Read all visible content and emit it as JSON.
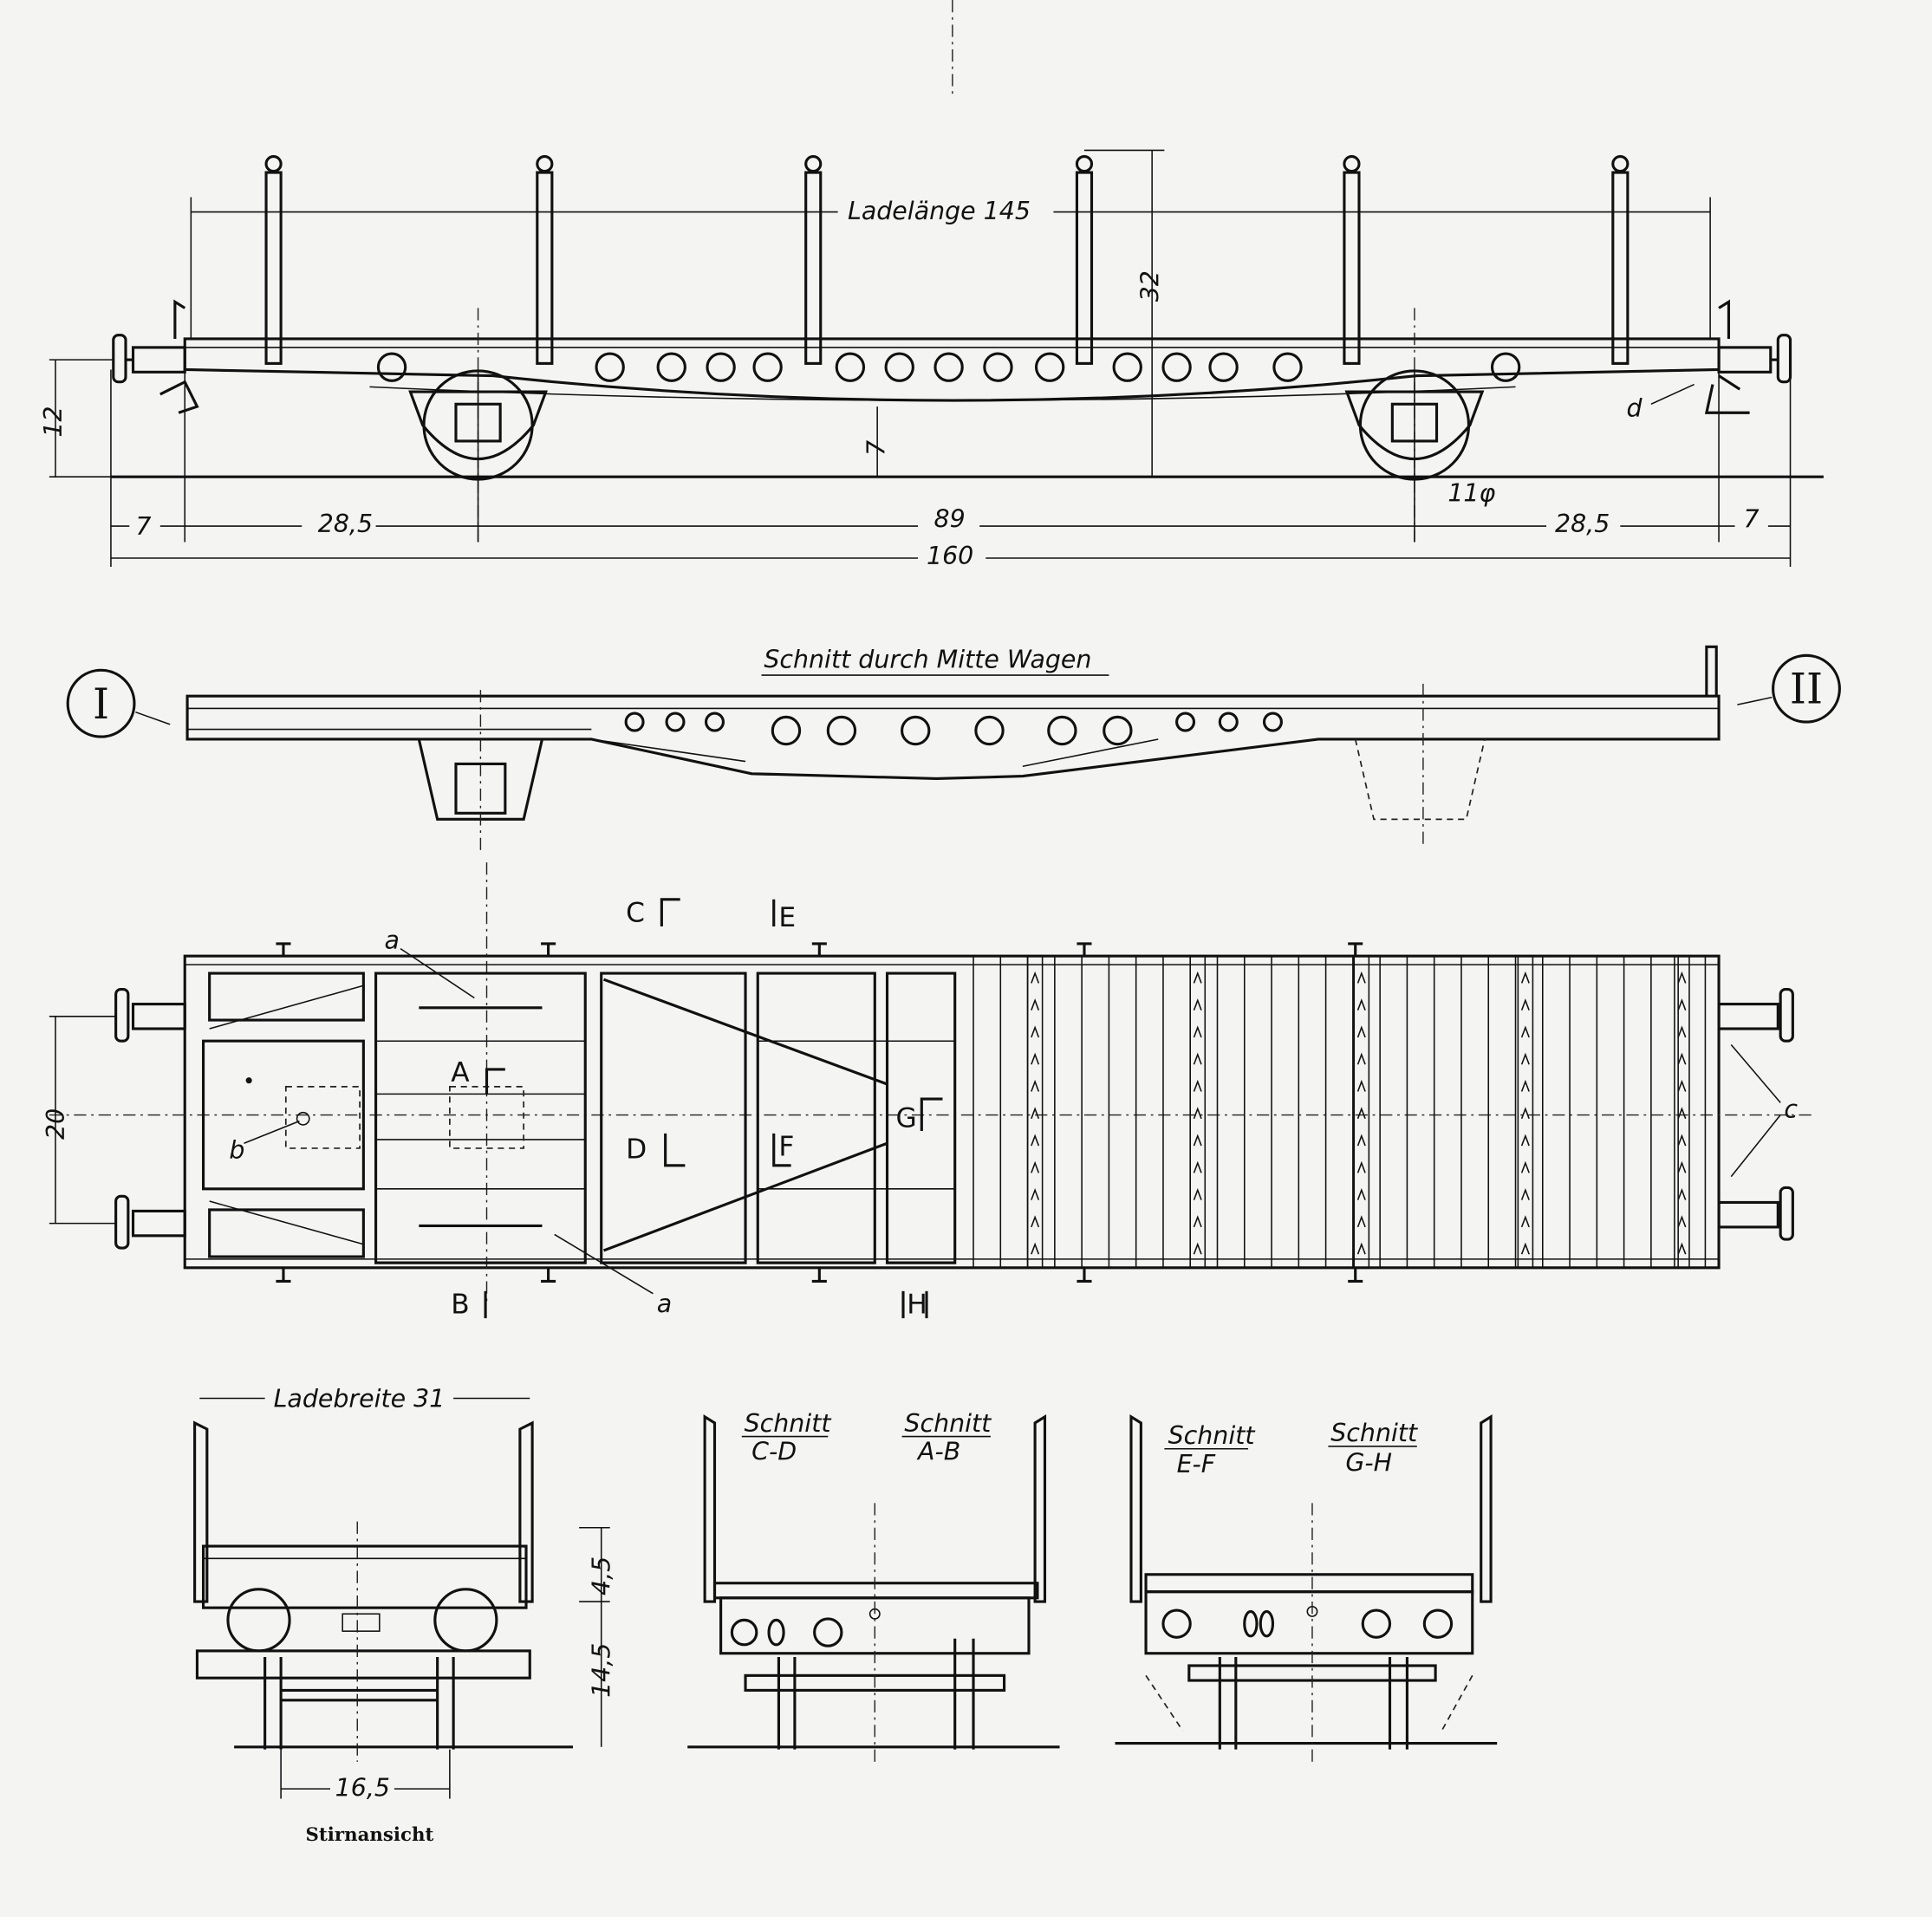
{
  "side_view": {
    "load_length": "Ladelänge 145",
    "height_stanchion": "32",
    "height_buffer": "12",
    "height_frame": "7",
    "wheel_diameter": "11φ",
    "label_d": "d",
    "dims": [
      "7",
      "28,5",
      "89",
      "28,5",
      "7"
    ],
    "overall": "160"
  },
  "section_view": {
    "title": "Schnitt durch Mitte Wagen",
    "marker_left": "I",
    "marker_right": "II"
  },
  "plan_view": {
    "cut_C": "C",
    "cut_E": "E",
    "cut_A": "A",
    "cut_D": "D",
    "cut_F": "F",
    "cut_G": "G",
    "cut_B": "B",
    "cut_H": "H",
    "label_a_top": "a",
    "label_a_bottom": "a",
    "label_b": "b",
    "label_c": "c",
    "width_dim": "20"
  },
  "end_views": {
    "load_width": "Ladebreite 31",
    "dim_upper": "4,5",
    "dim_lower": "14,5",
    "track_gauge": "16,5",
    "caption": "Stirnansicht",
    "section_cd": {
      "title": "Schnitt",
      "sub": "C-D"
    },
    "section_ab": {
      "title": "Schnitt",
      "sub": "A-B"
    },
    "section_ef": {
      "title": "Schnitt",
      "sub": "E-F"
    },
    "section_gh": {
      "title": "Schnitt",
      "sub": "G-H"
    }
  }
}
